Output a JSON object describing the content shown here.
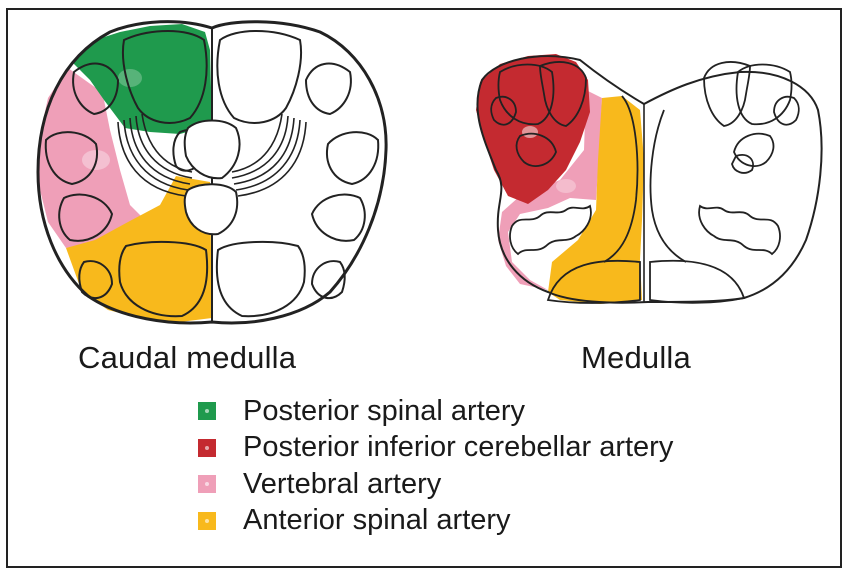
{
  "captions": {
    "left": "Caudal medulla",
    "right": "Medulla"
  },
  "legend": [
    {
      "label": "Posterior spinal artery",
      "color": "#1f9a4d"
    },
    {
      "label": "Posterior inferior cerebellar artery",
      "color": "#c42a30"
    },
    {
      "label": "Vertebral artery",
      "color": "#ef9fb8"
    },
    {
      "label": "Anterior spinal artery",
      "color": "#f8b91c"
    }
  ],
  "colors": {
    "posterior_spinal": "#1f9a4d",
    "pica": "#c42a30",
    "vertebral": "#ef9fb8",
    "anterior_spinal": "#f8b91c",
    "outline": "#222222"
  }
}
